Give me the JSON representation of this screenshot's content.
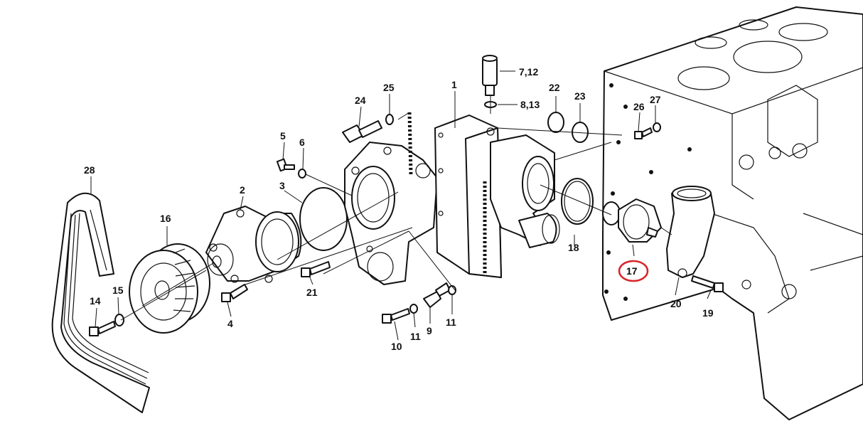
{
  "callouts": [
    {
      "id": "l1",
      "text": "1"
    },
    {
      "id": "l2",
      "text": "2"
    },
    {
      "id": "l3",
      "text": "3"
    },
    {
      "id": "l4",
      "text": "4"
    },
    {
      "id": "l5",
      "text": "5"
    },
    {
      "id": "l6",
      "text": "6"
    },
    {
      "id": "l7",
      "text": "7,12"
    },
    {
      "id": "l8",
      "text": "8,13"
    },
    {
      "id": "l9",
      "text": "9"
    },
    {
      "id": "l10",
      "text": "10"
    },
    {
      "id": "l11a",
      "text": "11"
    },
    {
      "id": "l11b",
      "text": "11"
    },
    {
      "id": "l14",
      "text": "14"
    },
    {
      "id": "l15",
      "text": "15"
    },
    {
      "id": "l16",
      "text": "16"
    },
    {
      "id": "l17",
      "text": "17"
    },
    {
      "id": "l18",
      "text": "18"
    },
    {
      "id": "l19",
      "text": "19"
    },
    {
      "id": "l20",
      "text": "20"
    },
    {
      "id": "l21",
      "text": "21"
    },
    {
      "id": "l22",
      "text": "22"
    },
    {
      "id": "l23",
      "text": "23"
    },
    {
      "id": "l24",
      "text": "24"
    },
    {
      "id": "l25",
      "text": "25"
    },
    {
      "id": "l26",
      "text": "26"
    },
    {
      "id": "l27",
      "text": "27"
    },
    {
      "id": "l28",
      "text": "28"
    }
  ],
  "highlight": {
    "target": "17",
    "color": "#d9262b"
  }
}
